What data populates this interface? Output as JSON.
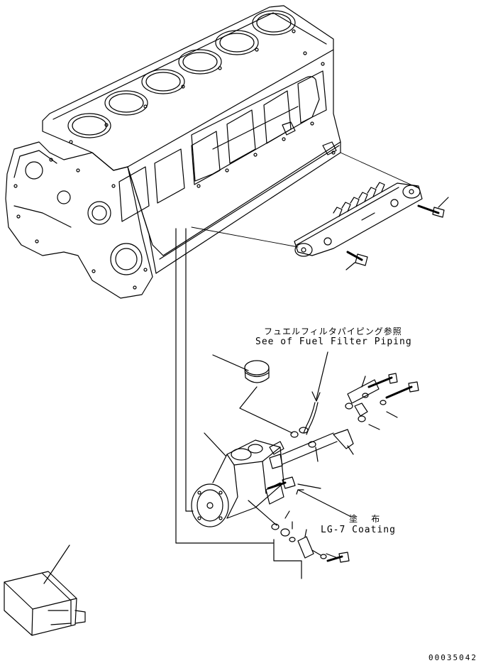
{
  "notes": {
    "fuel_filter_ref_jp": "フュエルフィルタパイピング参照",
    "fuel_filter_ref_en": "See of Fuel Filter Piping",
    "coating_jp": "塗 布",
    "coating_en": "LG-7 Coating"
  },
  "drawing_number": "00035042",
  "colors": {
    "line": "#000000",
    "background": "#ffffff"
  }
}
